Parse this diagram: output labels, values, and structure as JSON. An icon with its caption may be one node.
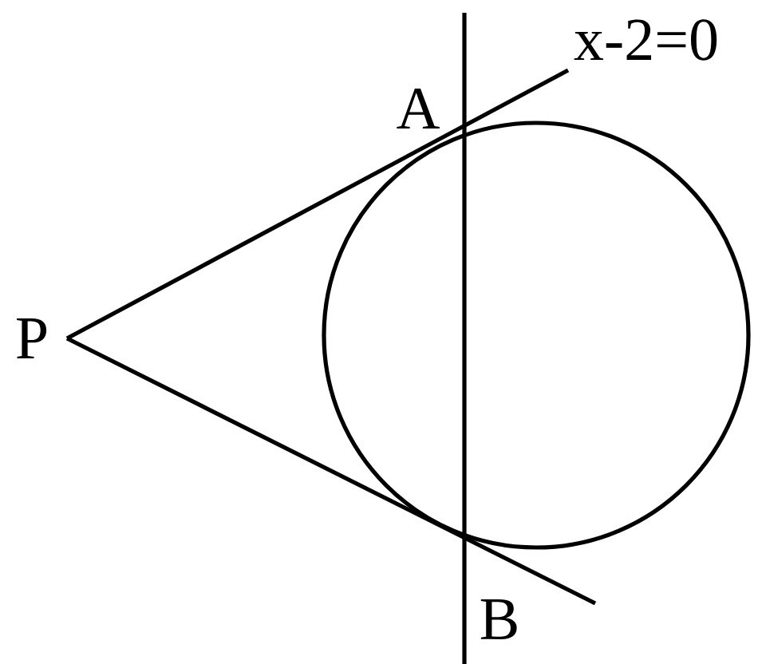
{
  "diagram": {
    "labels": [
      "x-2=0",
      "A",
      "P",
      "B"
    ]
  }
}
